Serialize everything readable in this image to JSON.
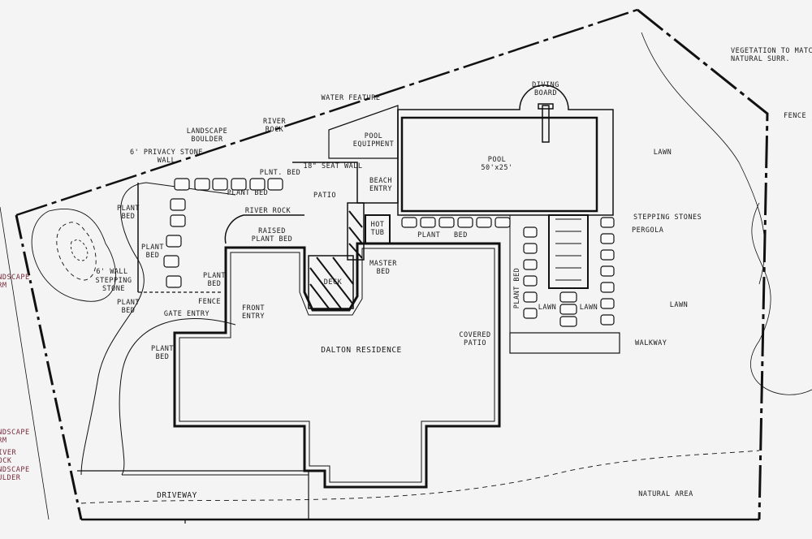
{
  "plan": {
    "house": "DALTON RESIDENCE",
    "master_bed": "MASTER\nBED",
    "deck": "DECK",
    "front_entry": "FRONT\nENTRY",
    "covered_patio": "COVERED\nPATIO",
    "driveway": "DRIVEWAY",
    "pool": "POOL\n50'x25'",
    "diving_board": "DIVING\nBOARD",
    "hot_tub": "HOT\nTUB",
    "beach_entry": "BEACH\nENTRY",
    "patio": "PATIO",
    "pool_equipment": "POOL\nEQUIPMENT",
    "water_feature": "WATER FEATURE",
    "seat_wall": "18\" SEAT WALL",
    "river_rock_top": "RIVER\nROCK",
    "landscape_boulder_top": "LANDSCAPE\nBOULDER",
    "privacy_wall": "6' PRIVACY STONE\nWALL",
    "plant_bed_top": "PLNT. BED",
    "plant_bed_mid": "PLANT BED",
    "river_rock_mid": "RIVER ROCK",
    "raised_plant_bed": "RAISED\nPLANT BED",
    "plant_bed_pool": "PLANT   BED",
    "plant_bed_left": "PLANT\nBED",
    "plant_bed_a": "PLANT\nBED",
    "plant_bed_b": "PLANT\nBED",
    "plant_bed_c": "PLANT\nBED",
    "plant_bed_d": "PLANT\nBED",
    "wall_6": "6' WALL",
    "stepping_stone": "STEPPING\nSTONE",
    "fence_left": "FENCE",
    "gate_entry": "GATE ENTRY",
    "landscape_berm_upper": "LANDSCAPE\nBERM",
    "landscape_berm_lower": "LANDSCAPE\nBERM",
    "river_rock_lower": "RIVER\nROCK",
    "landscape_boulder_lower": "LANDSCAPE\nBOULDER",
    "vegetation": "VEGETATION TO MATCH\nNATURAL SURR.",
    "fence_right": "FENCE",
    "lawn_1": "LAWN",
    "lawn_2": "LAWN",
    "lawn_3": "LAWN",
    "lawn_4": "LAWN",
    "stepping_stones": "STEPPING STONES",
    "pergola": "PERGOLA",
    "plant_bed_vertical": "PLANT BED",
    "walkway": "WALKWAY",
    "natural_area": "NATURAL AREA"
  },
  "colors": {
    "ink": "#111111",
    "paper": "#f4f4f4",
    "annotation_red": "#7a2a3a"
  }
}
